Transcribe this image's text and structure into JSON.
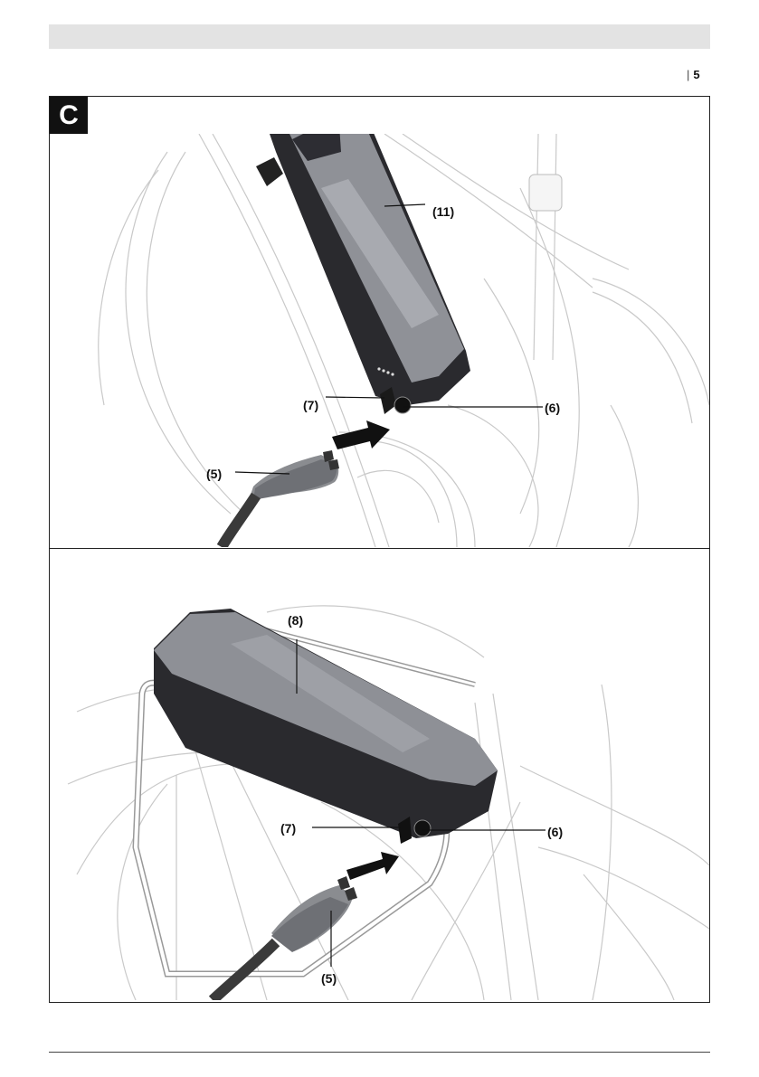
{
  "header": {
    "page_number": "5"
  },
  "figure": {
    "badge": "C",
    "top_panel": {
      "callouts": {
        "battery": "(11)",
        "lock": "(7)",
        "socket": "(6)",
        "plug": "(5)"
      }
    },
    "bottom_panel": {
      "callouts": {
        "battery": "(8)",
        "lock": "(7)",
        "socket": "(6)",
        "plug": "(5)"
      }
    }
  }
}
